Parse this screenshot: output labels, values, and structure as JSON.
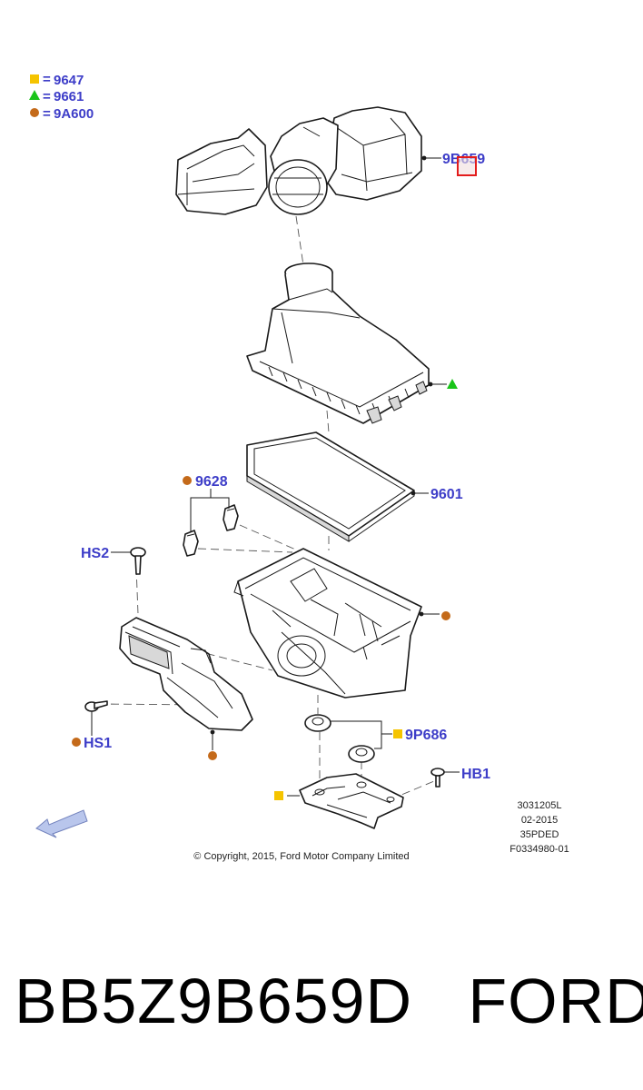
{
  "legend": [
    {
      "symbol": "square",
      "color": "#f5c400",
      "code": "9647"
    },
    {
      "symbol": "triangle",
      "color": "#19c419",
      "code": "9661"
    },
    {
      "symbol": "circle",
      "color": "#c46a1a",
      "code": "9A600"
    }
  ],
  "labels": {
    "top_housing": "9B659",
    "clip": "9628",
    "filter": "9601",
    "screw_hs2": "HS2",
    "screw_hs1": "HS1",
    "grommet": "9P686",
    "bolt_hb1": "HB1"
  },
  "copyright": "© Copyright, 2015, Ford Motor Company Limited",
  "doc_codes": [
    "3031205L",
    "02-2015",
    "35PDED",
    "F0334980-01"
  ],
  "footer": {
    "part_number": "BB5Z9B659D",
    "brand": "FORD"
  },
  "colors": {
    "label": "#3d3dc8",
    "highlight": "#e31b1b",
    "square": "#f5c400",
    "triangle": "#19c419",
    "circle": "#c46a1a"
  }
}
